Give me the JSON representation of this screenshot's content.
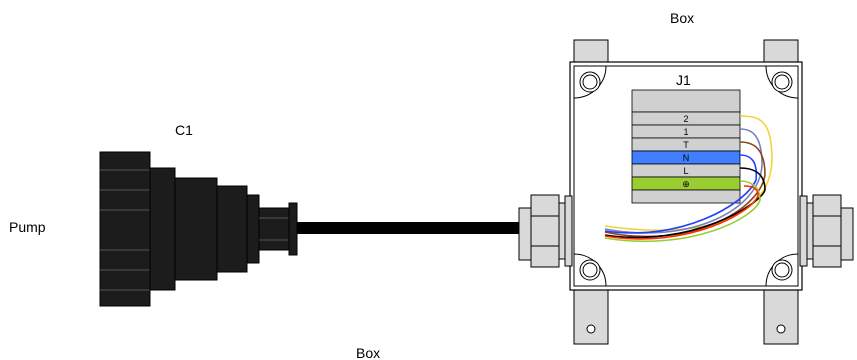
{
  "labels": {
    "box_top": "Box",
    "box_bottom": "Box",
    "connector": "C1",
    "pump": "Pump",
    "junction": "J1"
  },
  "terminals": [
    {
      "label": "",
      "color": "#d0d0d0"
    },
    {
      "label": "2",
      "color": "#d0d0d0"
    },
    {
      "label": "1",
      "color": "#d0d0d0"
    },
    {
      "label": "T",
      "color": "#d0d0d0"
    },
    {
      "label": "N",
      "color": "#3f7fff"
    },
    {
      "label": "L",
      "color": "#d0d0d0"
    },
    {
      "label": "⊕",
      "color": "#9acd32"
    },
    {
      "label": "",
      "color": "#d0d0d0"
    }
  ],
  "wire_colors": {
    "t2": "#f2d33a",
    "t1": "#7b7fb8",
    "tT": "#8b4513",
    "tN": "#1f3fff",
    "tL": "#000000",
    "tPE": "#9acd32",
    "extra": "#ff2a00"
  },
  "colors": {
    "connector": "#1c1c1c",
    "cable": "#000000",
    "gland": "#d9d9d9",
    "box_bg": "#ffffff",
    "mount": "#d9d9d9"
  }
}
